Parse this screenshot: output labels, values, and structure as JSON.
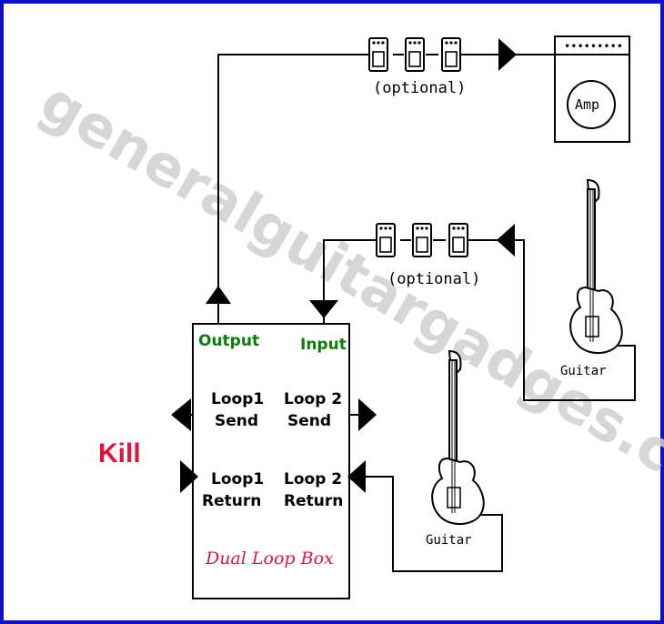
{
  "watermark": "generalguitargadges.com",
  "amp": {
    "label": "Amp"
  },
  "pedals_optional_top": "(optional)",
  "pedals_optional_mid": "(optional)",
  "guitar_top": {
    "label": "Guitar"
  },
  "guitar_bottom": {
    "label": "Guitar"
  },
  "box": {
    "output": "Output",
    "input": "Input",
    "loop1_send_a": "Loop1",
    "loop1_send_b": "Send",
    "loop2_send_a": "Loop 2",
    "loop2_send_b": "Send",
    "loop1_return_a": "Loop1",
    "loop1_return_b": "Return",
    "loop2_return_a": "Loop 2",
    "loop2_return_b": "Return",
    "title": "Dual Loop Box"
  },
  "kill": "Kill",
  "colors": {
    "border": "#1010c8",
    "output_text": "#0a7d0a",
    "kill_text": "#e0143c",
    "title_text": "#e0143c",
    "watermark": "#cfcfcf"
  }
}
